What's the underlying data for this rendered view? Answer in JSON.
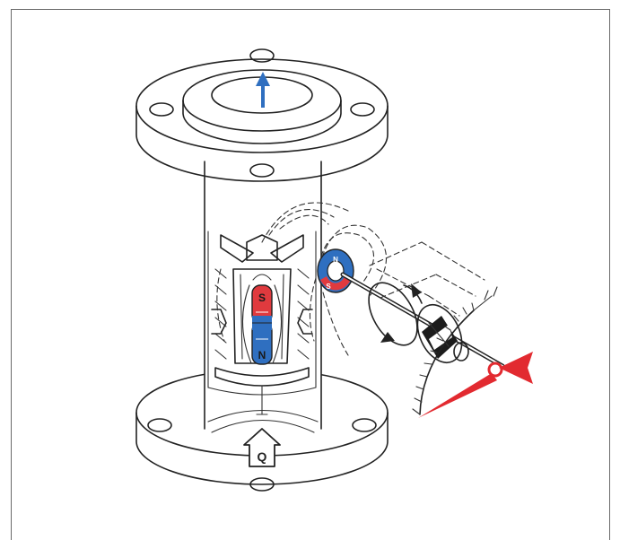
{
  "labels": {
    "magnet_south": "S",
    "magnet_north": "N",
    "follower_north": "N",
    "follower_south": "S",
    "flow": "Q"
  },
  "colors": {
    "north_pole": "#2f6fc0",
    "south_pole": "#e03a3e",
    "flow_arrow": "#2f6fc0",
    "pointer": "#e22a30",
    "line": "#222222"
  },
  "icons": {
    "flow_direction": "up-arrow-icon",
    "flow_inlet": "house-arrow-icon"
  }
}
